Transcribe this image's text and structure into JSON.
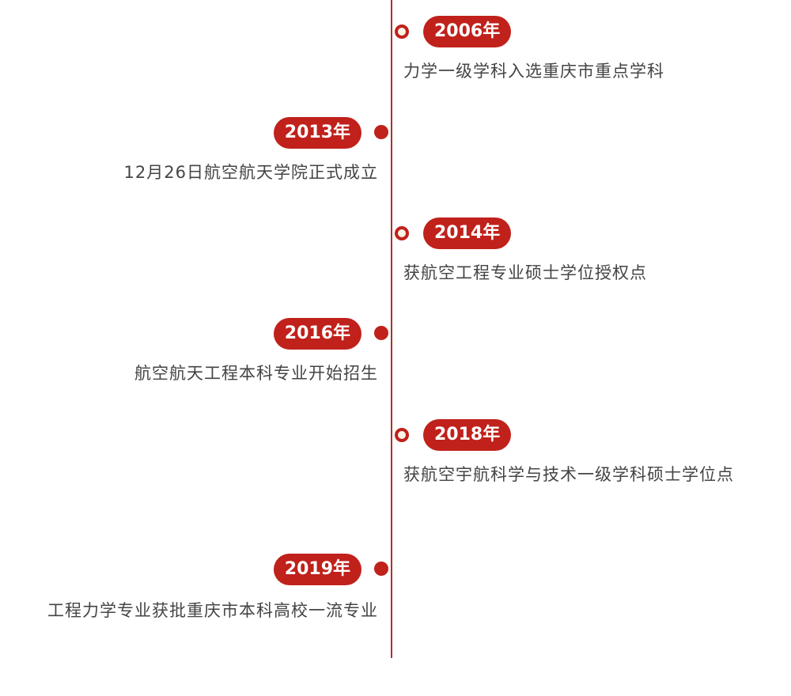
{
  "colors": {
    "accent": "#c0211b",
    "line": "#a8332b",
    "text": "#444444"
  },
  "timeline": [
    {
      "year": "2006年",
      "text": "力学一级学科入选重庆市重点学科",
      "side": "right"
    },
    {
      "year": "2013年",
      "text": "12月26日航空航天学院正式成立",
      "side": "left"
    },
    {
      "year": "2014年",
      "text": "获航空工程专业硕士学位授权点",
      "side": "right"
    },
    {
      "year": "2016年",
      "text": "航空航天工程本科专业开始招生",
      "side": "left"
    },
    {
      "year": "2018年",
      "text": "获航空宇航科学与技术一级学科硕士学位点",
      "side": "right"
    },
    {
      "year": "2019年",
      "text": "工程力学专业获批重庆市本科高校一流专业",
      "side": "left"
    }
  ]
}
